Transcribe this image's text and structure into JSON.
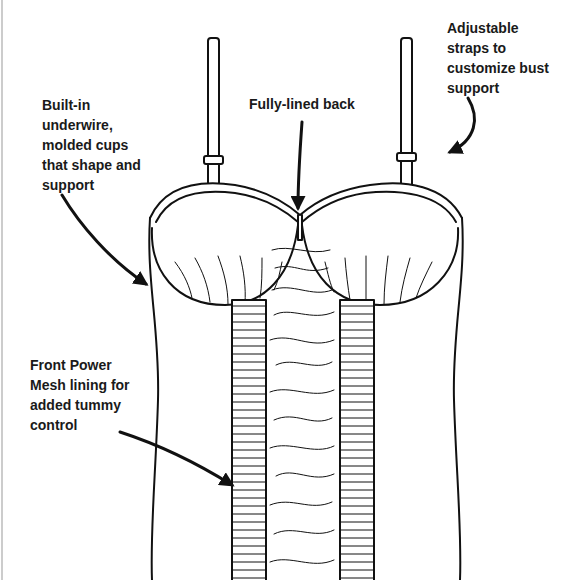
{
  "diagram": {
    "labels": [
      "Adjustable straps to customize bust support",
      "Built-in underwire, molded cups that shape and support",
      "Fully-lined back",
      "Front Power Mesh lining for added tummy control"
    ]
  }
}
